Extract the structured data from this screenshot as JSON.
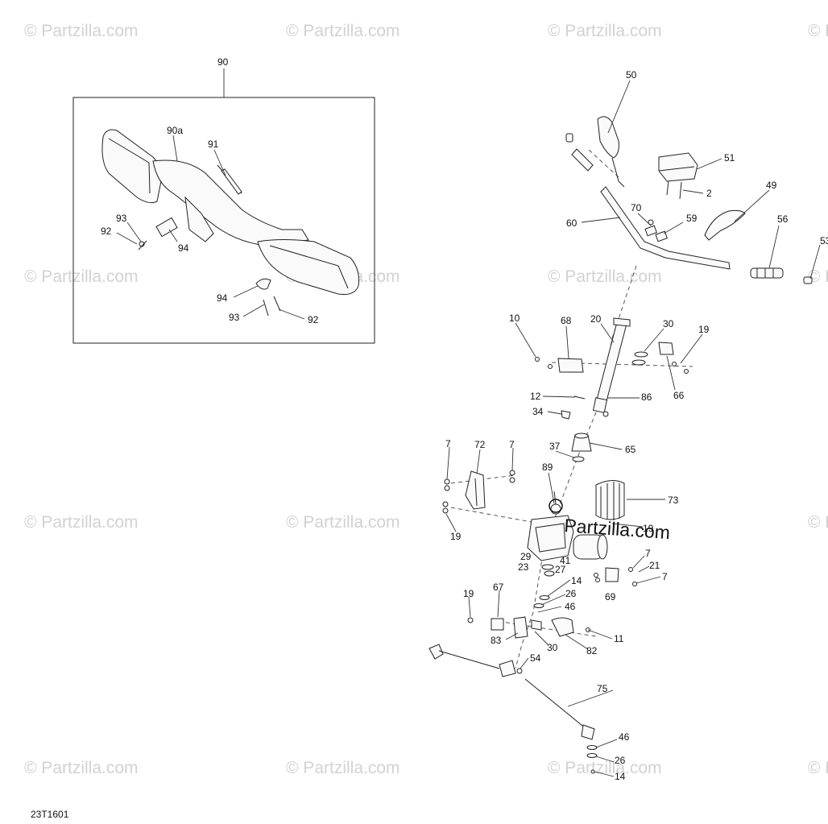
{
  "watermark_text": "© Partzilla.com",
  "brand_text": "Partzilla.com",
  "diagram_code": "23T1601",
  "callouts": {
    "c90": "90",
    "c90a": "90a",
    "c91": "91",
    "c93a": "93",
    "c92a": "92",
    "c94a": "94",
    "c94b": "94",
    "c93b": "93",
    "c92b": "92",
    "c50": "50",
    "c51": "51",
    "c2": "2",
    "c49": "49",
    "c70": "70",
    "c59": "59",
    "c60": "60",
    "c56": "56",
    "c53": "53",
    "c10": "10",
    "c68": "68",
    "c20": "20",
    "c30a": "30",
    "c19a": "19",
    "c66": "66",
    "c12": "12",
    "c86": "86",
    "c34": "34",
    "c37": "37",
    "c65": "65",
    "c7a": "7",
    "c72": "72",
    "c7b": "7",
    "c89": "89",
    "c73": "73",
    "c19b": "19",
    "c19c": "19",
    "c29": "29",
    "c41": "41",
    "c23": "23",
    "c27": "27",
    "c7c": "7",
    "c21": "21",
    "c7d": "7",
    "c69": "69",
    "c14a": "14",
    "c26a": "26",
    "c46a": "46",
    "c19d": "19",
    "c67": "67",
    "c83": "83",
    "c30b": "30",
    "c82": "82",
    "c11": "11",
    "c54": "54",
    "c75": "75",
    "c46b": "46",
    "c26b": "26",
    "c14b": "14"
  },
  "icons": [
    "handguard-assembly",
    "handlebar",
    "steering-column",
    "power-steering-unit",
    "tie-rod",
    "copyright-icon"
  ]
}
